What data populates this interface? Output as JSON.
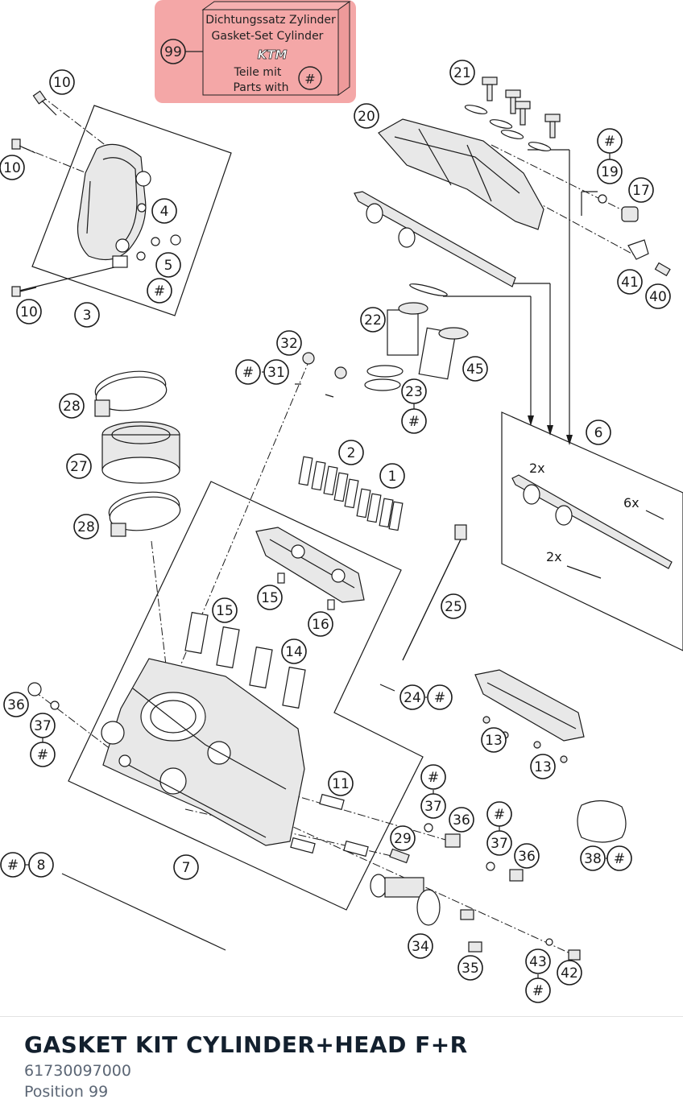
{
  "highlight_color": "#f08a8a",
  "kit_box": {
    "line1": "Dichtungssatz Zylinder",
    "line2": "Gasket-Set Cylinder",
    "logo": "KTM",
    "note1": "Teile mit",
    "note2": "Parts with",
    "hash": "#",
    "number": "99"
  },
  "quantities": [
    "2x",
    "6x",
    "2x"
  ],
  "callouts": [
    "10",
    "10",
    "10",
    "4",
    "5",
    "#",
    "3",
    "21",
    "20",
    "#",
    "19",
    "17",
    "41",
    "40",
    "22",
    "45",
    "23",
    "#",
    "32",
    "#",
    "31",
    "28",
    "27",
    "28",
    "2",
    "1",
    "6",
    "15",
    "15",
    "16",
    "14",
    "25",
    "24",
    "#",
    "13",
    "13",
    "36",
    "37",
    "#",
    "11",
    "#",
    "37",
    "36",
    "#",
    "37",
    "36",
    "29",
    "38",
    "#",
    "#",
    "8",
    "7",
    "34",
    "35",
    "43",
    "42",
    "#"
  ],
  "product": {
    "title": "GASKET KIT CYLINDER+HEAD F+R",
    "part_number": "61730097000",
    "position": "Position 99"
  }
}
